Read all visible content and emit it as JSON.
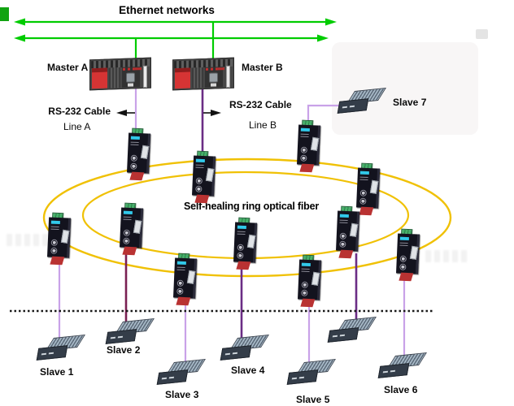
{
  "diagram": {
    "title": "Ethernet networks",
    "ring_label": "Self-healing ring optical fiber",
    "masters": [
      {
        "label": "Master A"
      },
      {
        "label": "Master B"
      }
    ],
    "cables": {
      "left": {
        "name": "RS-232 Cable",
        "line": "Line A"
      },
      "right": {
        "name": "RS-232 Cable",
        "line": "Line B"
      }
    },
    "slaves": [
      {
        "label": "Slave 1"
      },
      {
        "label": "Slave 2"
      },
      {
        "label": "Slave 3"
      },
      {
        "label": "Slave 4"
      },
      {
        "label": "Slave 5"
      },
      {
        "label": "Slave 6"
      },
      {
        "label": "Slave 7"
      }
    ],
    "colors": {
      "ethernet_line": "#00cc00",
      "ring_fiber": "#f0c105",
      "cable_light_purple": "#c9a2e8",
      "cable_dark_purple": "#6b2d85",
      "cable_dark_maroon": "#7a2052",
      "converter_body": "#13131e",
      "master_red_module": "#d63434"
    }
  }
}
